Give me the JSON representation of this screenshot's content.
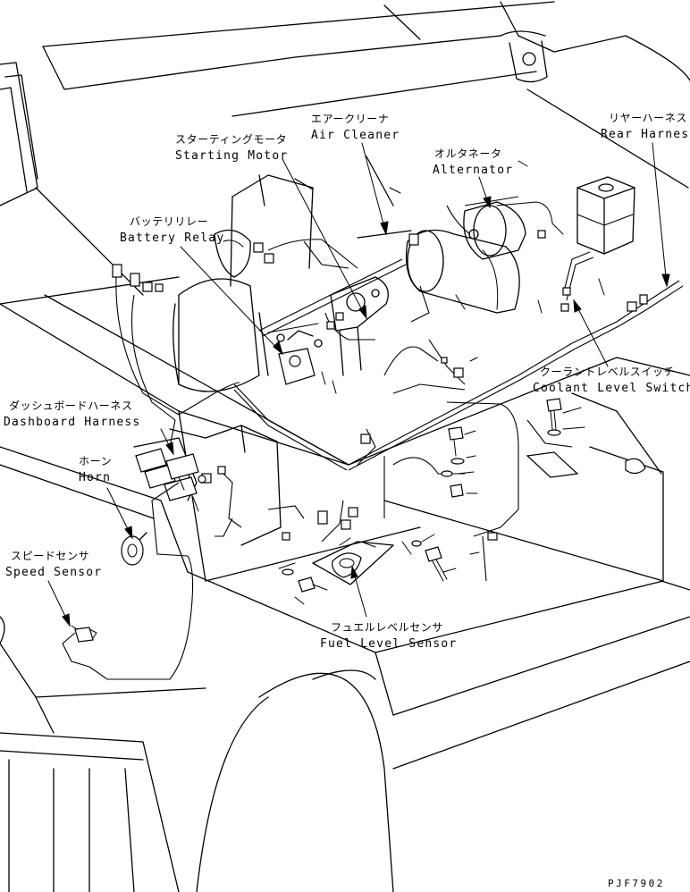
{
  "labels": {
    "air_cleaner": {
      "jp": "エアークリーナ",
      "en": "Air Cleaner"
    },
    "starting_motor": {
      "jp": "スターティングモータ",
      "en": "Starting Motor"
    },
    "alternator": {
      "jp": "オルタネータ",
      "en": "Alternator"
    },
    "rear_harness": {
      "jp": "リヤーハーネス",
      "en": "Rear Harness"
    },
    "battery_relay": {
      "jp": "バッテリリレー",
      "en": "Battery Relay"
    },
    "coolant_level_switch": {
      "jp": "クーラントレベルスイッチ",
      "en": "Coolant Level Switch"
    },
    "dashboard_harness": {
      "jp": "ダッシュボードハーネス",
      "en": "Dashboard Harness"
    },
    "horn": {
      "jp": "ホーン",
      "en": "Horn"
    },
    "speed_sensor": {
      "jp": "スピードセンサ",
      "en": "Speed Sensor"
    },
    "fuel_level_sensor": {
      "jp": "フュエルレベルセンサ",
      "en": "Fuel Level Sensor"
    }
  },
  "drawing_code": "PJF7902"
}
